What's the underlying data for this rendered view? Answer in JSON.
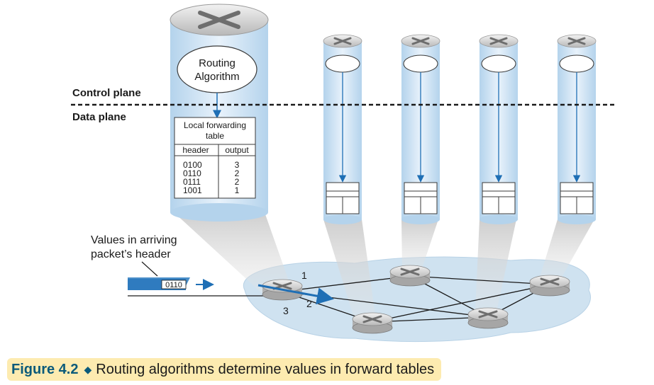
{
  "labels": {
    "control_plane": "Control plane",
    "data_plane": "Data plane",
    "routing_algorithm_line1": "Routing",
    "routing_algorithm_line2": "Algorithm",
    "values_line1": "Values in arriving",
    "values_line2": "packet’s header",
    "packet_value": "0110"
  },
  "table": {
    "title_line1": "Local forwarding",
    "title_line2": "table",
    "col_header": "header",
    "col_output": "output",
    "rows": [
      {
        "header": "0100",
        "output": "3"
      },
      {
        "header": "0110",
        "output": "2"
      },
      {
        "header": "0111",
        "output": "2"
      },
      {
        "header": "1001",
        "output": "1"
      }
    ]
  },
  "ports": {
    "p1": "1",
    "p2": "2",
    "p3": "3"
  },
  "caption": {
    "figure_number": "Figure 4.2",
    "text": "Routing algorithms determine values in forward tables"
  },
  "colors": {
    "accent_arrow": "#1f6fb5",
    "cylinder_fill": "#cfe4f5",
    "network_cloud": "#cfe2f0",
    "caption_bg": "#fdebb0",
    "figure_number": "#0a5a7a"
  }
}
